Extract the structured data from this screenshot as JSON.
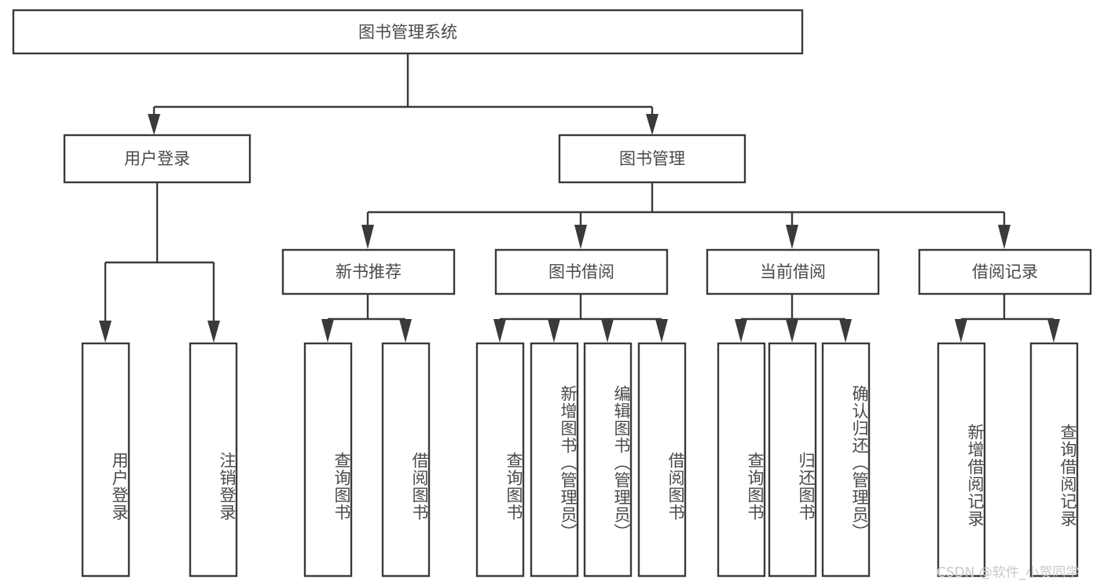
{
  "diagram": {
    "type": "tree",
    "root": {
      "id": "root",
      "label": "图书管理系统",
      "orientation": "horizontal"
    },
    "level1": [
      {
        "id": "user-login",
        "label": "用户登录",
        "orientation": "horizontal"
      },
      {
        "id": "book-manage",
        "label": "图书管理",
        "orientation": "horizontal"
      }
    ],
    "level2": [
      {
        "id": "new-book-rec",
        "label": "新书推荐",
        "parent": "book-manage",
        "orientation": "horizontal"
      },
      {
        "id": "book-borrow",
        "label": "图书借阅",
        "parent": "book-manage",
        "orientation": "horizontal"
      },
      {
        "id": "current-borrow",
        "label": "当前借阅",
        "parent": "book-manage",
        "orientation": "horizontal"
      },
      {
        "id": "borrow-record",
        "label": "借阅记录",
        "parent": "book-manage",
        "orientation": "horizontal"
      }
    ],
    "leaves": [
      {
        "id": "leaf-user-login",
        "label": "用户登录",
        "parent": "user-login",
        "orientation": "vertical"
      },
      {
        "id": "leaf-user-logout",
        "label": "注销登录",
        "parent": "user-login",
        "orientation": "vertical"
      },
      {
        "id": "leaf-query-book-1",
        "label": "查询图书",
        "parent": "new-book-rec",
        "orientation": "vertical"
      },
      {
        "id": "leaf-borrow-book-1",
        "label": "借阅图书",
        "parent": "new-book-rec",
        "orientation": "vertical"
      },
      {
        "id": "leaf-query-book-2",
        "label": "查询图书",
        "parent": "book-borrow",
        "orientation": "vertical"
      },
      {
        "id": "leaf-add-book",
        "label": "新增图书（管理员）",
        "parent": "book-borrow",
        "orientation": "vertical"
      },
      {
        "id": "leaf-edit-book",
        "label": "编辑图书（管理员）",
        "parent": "book-borrow",
        "orientation": "vertical"
      },
      {
        "id": "leaf-borrow-book-2",
        "label": "借阅图书",
        "parent": "book-borrow",
        "orientation": "vertical"
      },
      {
        "id": "leaf-query-book-3",
        "label": "查询图书",
        "parent": "current-borrow",
        "orientation": "vertical"
      },
      {
        "id": "leaf-return-book",
        "label": "归还图书",
        "parent": "current-borrow",
        "orientation": "vertical"
      },
      {
        "id": "leaf-confirm-return",
        "label": "确认归还（管理员）",
        "parent": "current-borrow",
        "orientation": "vertical"
      },
      {
        "id": "leaf-add-record",
        "label": "新增借阅记录",
        "parent": "borrow-record",
        "orientation": "vertical"
      },
      {
        "id": "leaf-query-record",
        "label": "查询借阅记录",
        "parent": "borrow-record",
        "orientation": "vertical"
      }
    ],
    "colors": {
      "stroke": "#3a3a3a",
      "fill": "#ffffff",
      "text": "#4a4a4a",
      "background": "#ffffff",
      "watermark": "#c9c9c9"
    }
  },
  "watermark": {
    "text": "CSDN @软件_小贺同学"
  }
}
